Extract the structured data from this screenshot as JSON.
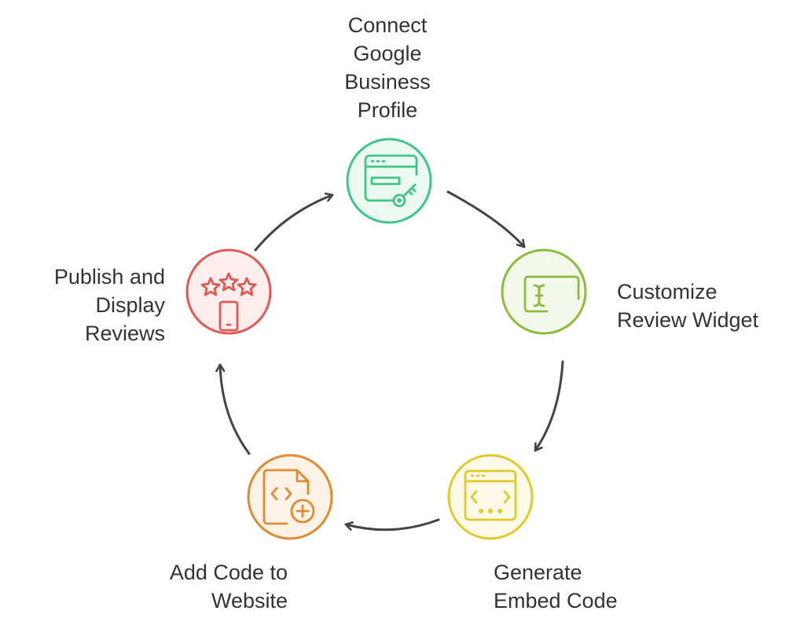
{
  "colors": {
    "green": "#3fc48a",
    "lime": "#8cbc3b",
    "yellow": "#e0c92b",
    "orange": "#e08a31",
    "red": "#e05a55",
    "arrow": "#444444",
    "text": "#333333"
  },
  "steps": [
    {
      "id": "connect",
      "label_lines": [
        "Connect",
        "Google",
        "Business",
        "Profile"
      ],
      "icon": "browser-key-icon",
      "color": "#3fc48a"
    },
    {
      "id": "customize",
      "label_lines": [
        "Customize",
        "Review Widget"
      ],
      "icon": "text-cursor-window-icon",
      "color": "#8cbc3b"
    },
    {
      "id": "generate",
      "label_lines": [
        "Generate",
        "Embed Code"
      ],
      "icon": "code-window-icon",
      "color": "#e0c92b"
    },
    {
      "id": "add",
      "label_lines": [
        "Add Code to",
        "Website"
      ],
      "icon": "code-file-add-icon",
      "color": "#e08a31"
    },
    {
      "id": "publish",
      "label_lines": [
        "Publish and",
        "Display",
        "Reviews"
      ],
      "icon": "stars-phone-icon",
      "color": "#e05a55"
    }
  ],
  "flow": [
    "connect",
    "customize",
    "generate",
    "add",
    "publish",
    "connect"
  ]
}
